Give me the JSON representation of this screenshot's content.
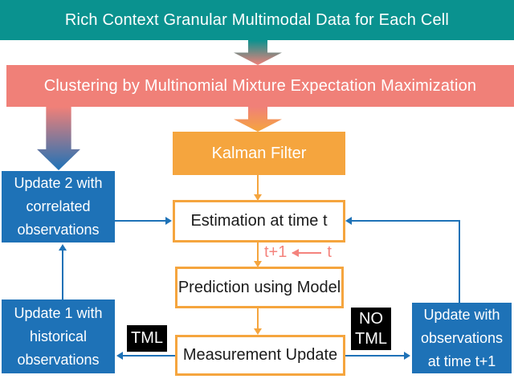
{
  "colors": {
    "teal": "#0A928F",
    "pink": "#F08078",
    "orange": "#F5A53E",
    "blue": "#1E72B7",
    "black": "#000000",
    "time_label_pink": "#F4837D"
  },
  "banners": {
    "top": "Rich Context Granular Multimodal Data for Each Cell",
    "clustering": "Clustering by Multinomial Mixture Expectation Maximization"
  },
  "boxes": {
    "kalman": "Kalman Filter",
    "estimation": "Estimation at time t",
    "prediction": "Prediction using Model",
    "measurement": "Measurement Update",
    "update2_lines": [
      "Update 2 with",
      "correlated",
      "observations"
    ],
    "update1_lines": [
      "Update 1 with",
      "historical",
      "observations"
    ],
    "update_next_lines": [
      "Update with",
      "observations",
      "at time t+1"
    ]
  },
  "labels": {
    "tml": "TML",
    "no_tml_lines": [
      "NO",
      "TML"
    ],
    "time_to": "t+1",
    "time_from": "t"
  }
}
